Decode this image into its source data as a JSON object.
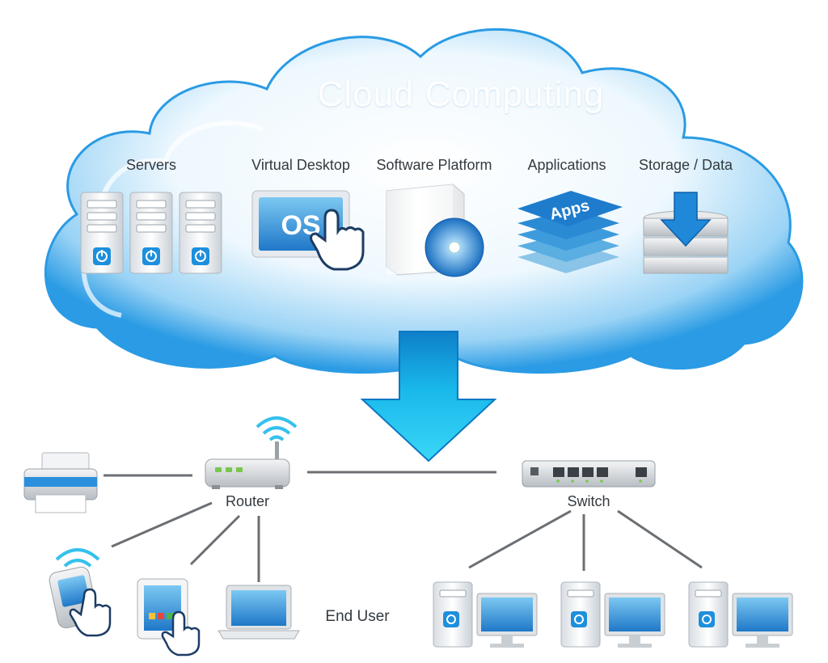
{
  "cloud": {
    "title": "Cloud Computing",
    "services": [
      {
        "label": "Servers",
        "icon": "server-rack-icon"
      },
      {
        "label": "Virtual Desktop",
        "icon": "virtual-desktop-icon",
        "screen_text": "OS"
      },
      {
        "label": "Software Platform",
        "icon": "software-box-icon"
      },
      {
        "label": "Applications",
        "icon": "apps-stack-icon",
        "badge_text": "Apps"
      },
      {
        "label": "Storage / Data",
        "icon": "storage-database-icon"
      }
    ]
  },
  "network": {
    "router_label": "Router",
    "switch_label": "Switch",
    "end_user_label": "End User"
  },
  "colors": {
    "cloud_blue": "#2a9be4",
    "cloud_light": "#e8f5fd",
    "arrow_cyan": "#19c6ee",
    "link_gray": "#6b6f73",
    "screen_blue": "#2f8fd6"
  }
}
